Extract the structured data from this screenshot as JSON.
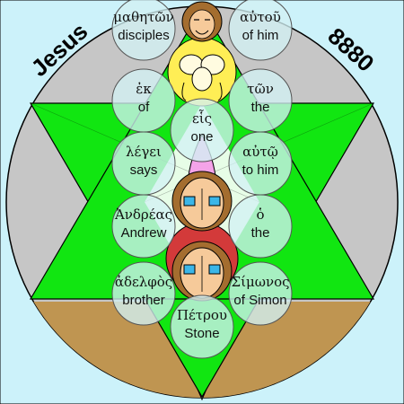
{
  "title": "Jesus",
  "number": "8880",
  "colors": {
    "background": "#ccf2fa",
    "outer_circle": "#c6c6c6",
    "triangles": "#11e611",
    "ground": "#bf9551",
    "bubble": "#d2f1f3",
    "face_skin": "#f6ca9a",
    "face_hair": "#a46d2f",
    "eye_blue": "#3bb6e8"
  },
  "words": [
    {
      "greek": "μαθητῶν",
      "english": "disciples"
    },
    {
      "greek": "αὐτοῦ",
      "english": "of him"
    },
    {
      "greek": "ἐκ",
      "english": "of"
    },
    {
      "greek": "τῶν",
      "english": "the"
    },
    {
      "greek": "εἷς",
      "english": "one"
    },
    {
      "greek": "λέγει",
      "english": "says"
    },
    {
      "greek": "αὐτῷ",
      "english": "to him"
    },
    {
      "greek": "Ἀνδρέας",
      "english": "Andrew"
    },
    {
      "greek": "ὁ",
      "english": "the"
    },
    {
      "greek": "ἀδελφὸς",
      "english": "brother"
    },
    {
      "greek": "Σίμωνος",
      "english": "of Simon"
    },
    {
      "greek": "Πέτρου",
      "english": "Stone"
    }
  ]
}
